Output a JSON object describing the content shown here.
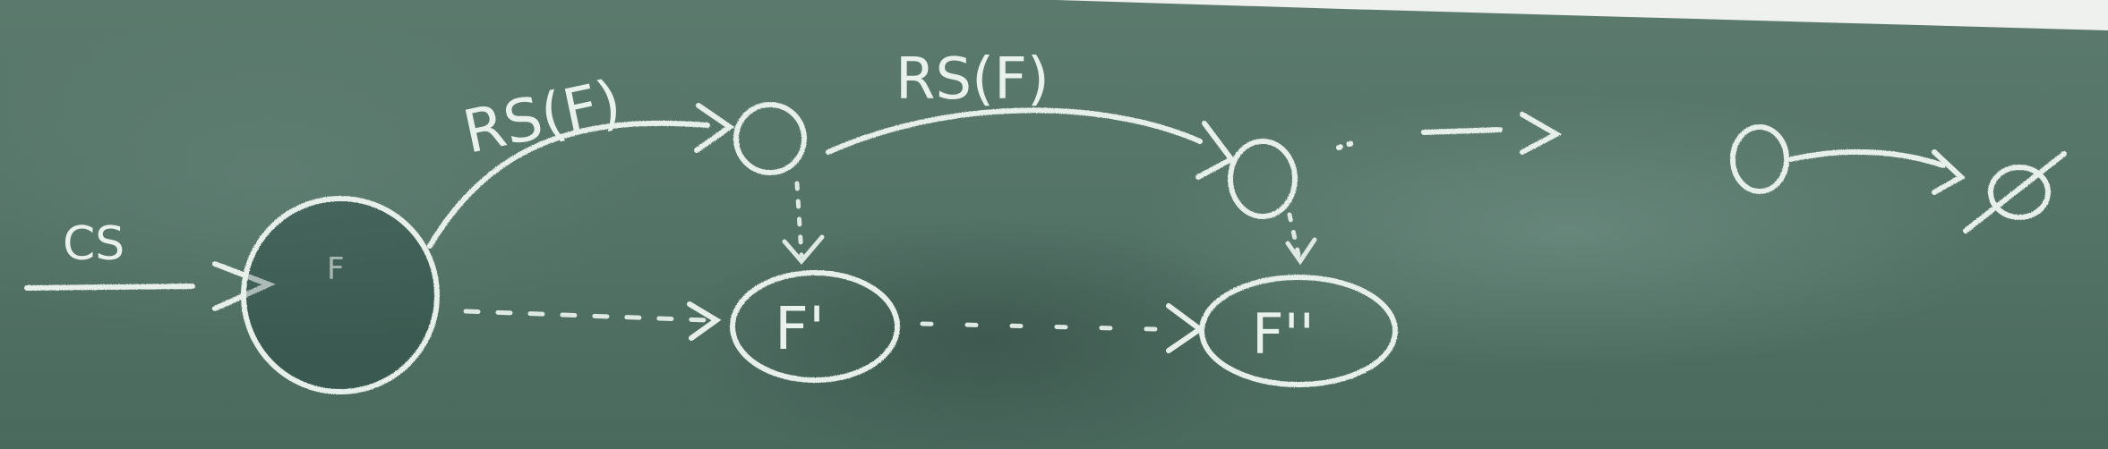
{
  "board": {
    "input_label": "CS",
    "edge_top_1_label": "RS(F)",
    "edge_top_2_label": "RS(F)",
    "start_node_label": "F",
    "node_f_prime_label": "F'",
    "node_f_double_prime_label": "F''",
    "empty_set_symbol": "∅"
  },
  "colors": {
    "chalkboard": "#4f6f63",
    "chalk": "#e6efe9"
  }
}
